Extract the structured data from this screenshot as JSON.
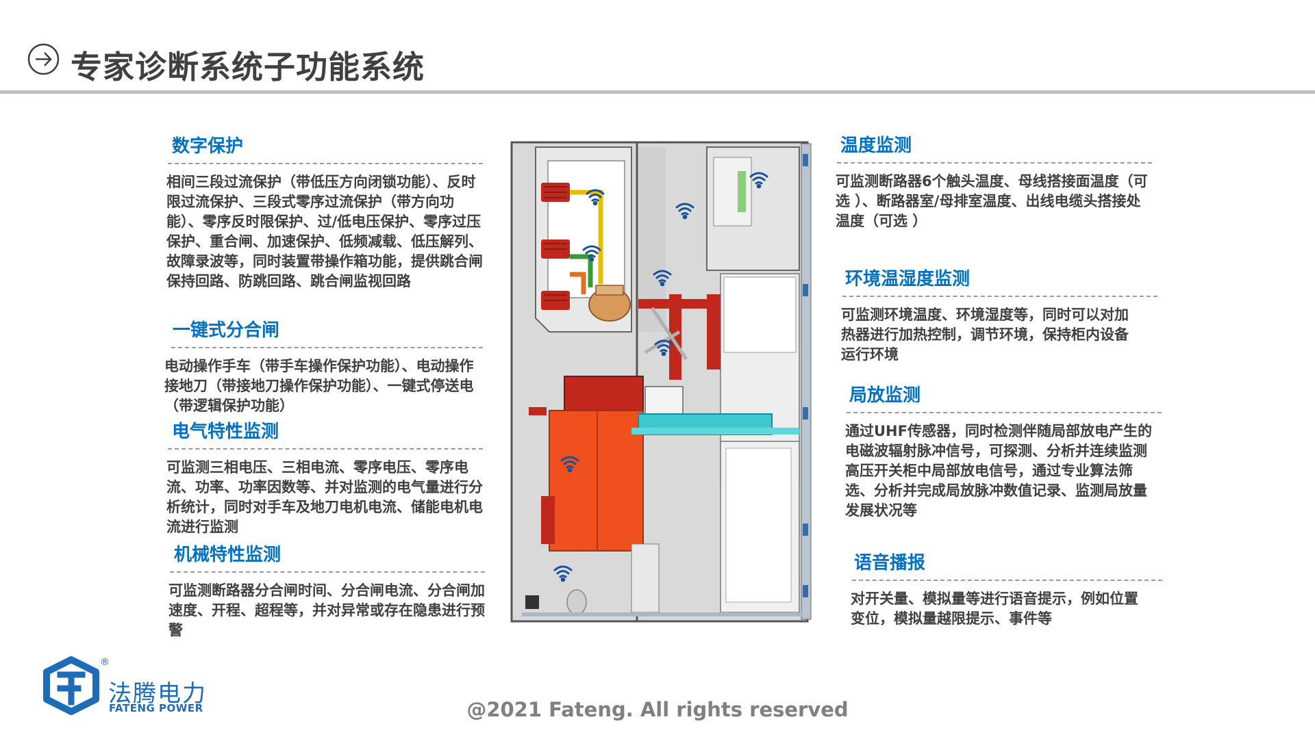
{
  "header": {
    "title": "专家诊断系统子功能系统"
  },
  "sections_left": [
    {
      "title": "数字保护",
      "body": "相间三段过流保护（带低压方向闭锁功能）、反时限过流保护、三段式零序过流保护（带方向功能）、零序反时限保护、过/低电压保护、零序过压保护、重合闸、加速保护、低频减载、低压解列、故障录波等，同时装置带操作箱功能，提供跳合闸保持回路、防跳回路、跳合闸监视回路"
    },
    {
      "title": "一键式分合闸",
      "body": "电动操作手车（带手车操作保护功能）、电动操作接地刀（带接地刀操作保护功能）、一键式停送电（带逻辑保护功能）"
    },
    {
      "title": "电气特性监测",
      "body": "可监测三相电压、三相电流、零序电压、零序电流、功率、功率因数等、并对监测的电气量进行分析统计，同时对手车及地刀电机电流、储能电机电流进行监测"
    },
    {
      "title": "机械特性监测",
      "body": "可监测断路器分合闸时间、分合闸电流、分合闸加速度、开程、超程等，并对异常或存在隐患进行预警"
    }
  ],
  "sections_right": [
    {
      "title": "温度监测",
      "body": "可监测断路器6个触头温度、母线搭接面温度（可选 ）、断路器室/母排室温度、出线电缆头搭接处温度（可选 ）"
    },
    {
      "title": "环境温湿度监测",
      "body": "可监测环境温度、环境湿度等，同时可以对加热器进行加热控制，调节环境，保持柜内设备运行环境"
    },
    {
      "title": "局放监测",
      "body": "通过UHF传感器，同时检测伴随局部放电产生的电磁波辐射脉冲信号，可探测、分析并连续监测高压开关柜中局部放电信号，通过专业算法筛选、分析并完成局放脉冲数值记录、监测局放量发展状况等"
    },
    {
      "title": "语音播报",
      "body": "对开关量、模拟量等进行语音提示，例如位置变位，模拟量越限提示、事件等"
    }
  ],
  "logo": {
    "name_cn": "法腾电力",
    "name_en": "FATENG POWER",
    "reg_mark": "®"
  },
  "footer": {
    "copyright": "@2021 Fateng. All rights reserved"
  },
  "colors": {
    "accent": "#0070c0",
    "text": "#404040",
    "brand": "#1e6bb8",
    "cabinet_gray": "#d9d9d9",
    "breaker_orange": "#f0501e",
    "insulator_red": "#c0281e",
    "rail_cyan": "#40c8d0"
  }
}
